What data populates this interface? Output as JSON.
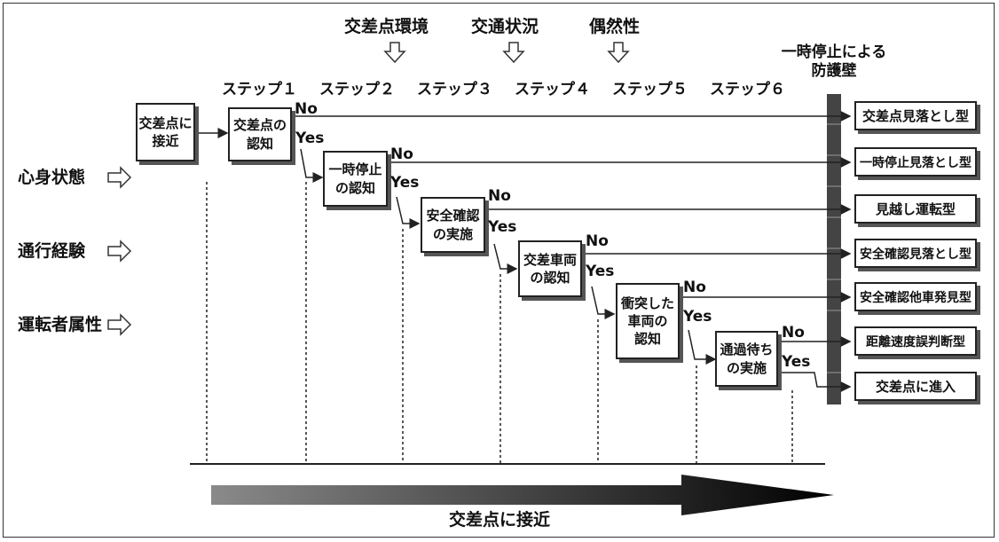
{
  "factors_top": [
    "交差点環境",
    "交通状況",
    "偶然性"
  ],
  "barrier_label": "一時停止による\n防護壁",
  "steps": [
    "ステップ１",
    "ステップ２",
    "ステップ３",
    "ステップ４",
    "ステップ５",
    "ステップ６"
  ],
  "start_box": "交差点に\n接近",
  "stage_boxes": [
    "交差点の\n認知",
    "一時停止\nの認知",
    "安全確認\nの実施",
    "交差車両\nの認知",
    "衝突した\n車両の\n認知",
    "通過待ち\nの実施"
  ],
  "yes_label": "Yes",
  "no_label": "No",
  "outcomes": [
    "交差点見落とし型",
    "一時停止見落とし型",
    "見越し運転型",
    "安全確認見落とし型",
    "安全確認他車発見型",
    "距離速度誤判断型",
    "交差点に進入"
  ],
  "factors_left": [
    "心身状態",
    "通行経験",
    "運転者属性"
  ],
  "bottom_arrow_label": "交差点に接近"
}
